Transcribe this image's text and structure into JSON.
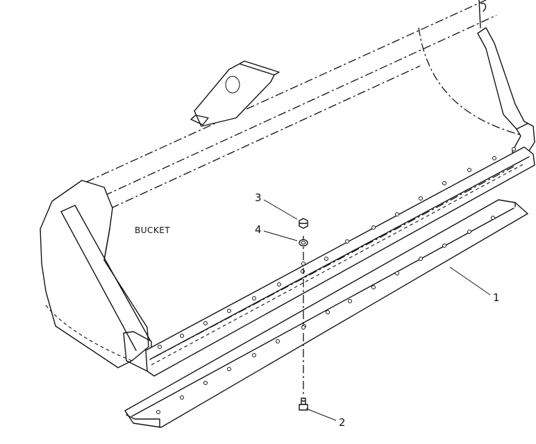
{
  "labels": {
    "bucket": "BUCKET",
    "callout_1": "1",
    "callout_2": "2",
    "callout_3": "3",
    "callout_4": "4"
  }
}
